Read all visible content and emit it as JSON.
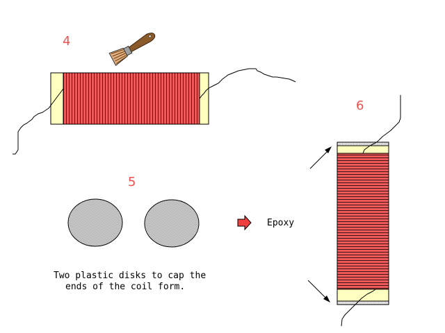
{
  "steps": {
    "four": "4",
    "five": "5",
    "six": "6"
  },
  "labels": {
    "epoxy": "Epoxy",
    "caption_line1": "Two plastic disks to cap the",
    "caption_line2": "ends of the coil form."
  },
  "icons": {
    "brush": "paint-brush-icon",
    "arrow": "right-arrow-icon"
  },
  "colors": {
    "coil": "#f05a5a",
    "coil_stripe": "#3a1010",
    "form": "#ffffc0",
    "disk": "#d8d8d8",
    "step_number": "#f05050",
    "arrow": "#f04040",
    "brush_handle": "#8b5a2b"
  }
}
